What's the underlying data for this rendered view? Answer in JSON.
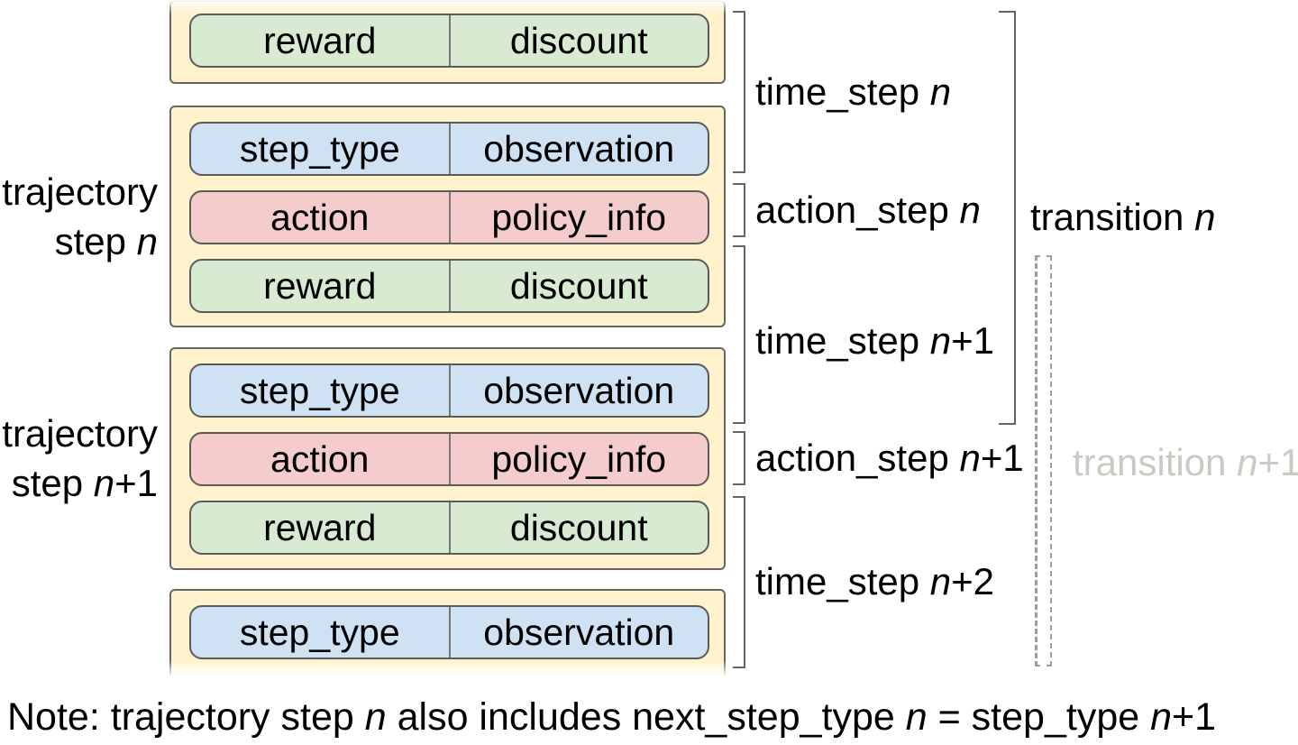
{
  "palette": {
    "container_fill": "#fff2cc",
    "container_border": "#666666",
    "timestep_fill": "#d9ead3",
    "observation_fill": "#cfe2f3",
    "action_fill": "#f4cccc",
    "row_border": "#5a5a5a",
    "bracket_color": "#666666",
    "dashed_bracket_color": "#9aa096",
    "muted_label_color": "#c7ccc2",
    "text_color": "#000000"
  },
  "containers": [
    {
      "name": "trajectory-step-previous-partial",
      "rows": [
        {
          "kind": "time-step-reward",
          "color": "green",
          "cells": [
            "reward",
            "discount"
          ]
        }
      ]
    },
    {
      "name": "trajectory-step-n",
      "rows": [
        {
          "kind": "time-step-observation",
          "color": "blue",
          "cells": [
            "step_type",
            "observation"
          ]
        },
        {
          "kind": "action-step",
          "color": "red",
          "cells": [
            "action",
            "policy_info"
          ]
        },
        {
          "kind": "time-step-reward",
          "color": "green",
          "cells": [
            "reward",
            "discount"
          ]
        }
      ]
    },
    {
      "name": "trajectory-step-n-plus-1",
      "rows": [
        {
          "kind": "time-step-observation",
          "color": "blue",
          "cells": [
            "step_type",
            "observation"
          ]
        },
        {
          "kind": "action-step",
          "color": "red",
          "cells": [
            "action",
            "policy_info"
          ]
        },
        {
          "kind": "time-step-reward",
          "color": "green",
          "cells": [
            "reward",
            "discount"
          ]
        }
      ]
    },
    {
      "name": "trajectory-step-next-partial",
      "rows": [
        {
          "kind": "time-step-observation",
          "color": "blue",
          "cells": [
            "step_type",
            "observation"
          ]
        }
      ]
    }
  ],
  "left_labels": [
    {
      "line1": "trajectory",
      "line2_pre": "step ",
      "line2_var": "n",
      "line2_post": ""
    },
    {
      "line1": "trajectory",
      "line2_pre": "step ",
      "line2_var": "n",
      "line2_post": "+1"
    }
  ],
  "side_labels": [
    {
      "pre": "time_step ",
      "var": "n",
      "post": ""
    },
    {
      "pre": "action_step ",
      "var": "n",
      "post": ""
    },
    {
      "pre": "time_step ",
      "var": "n",
      "post": "+1"
    },
    {
      "pre": "action_step ",
      "var": "n",
      "post": "+1"
    },
    {
      "pre": "time_step ",
      "var": "n",
      "post": "+2"
    }
  ],
  "transition_labels": [
    {
      "pre": "transition ",
      "var": "n",
      "post": ""
    },
    {
      "pre": "transition ",
      "var": "n",
      "post": "+1"
    }
  ],
  "note": {
    "parts": [
      {
        "text": "Note: trajectory step "
      },
      {
        "text": "n"
      },
      {
        "text": " also includes next_step_type "
      },
      {
        "text": "n"
      },
      {
        "text": " = step_type "
      },
      {
        "text": "n"
      },
      {
        "text": "+1"
      }
    ]
  }
}
